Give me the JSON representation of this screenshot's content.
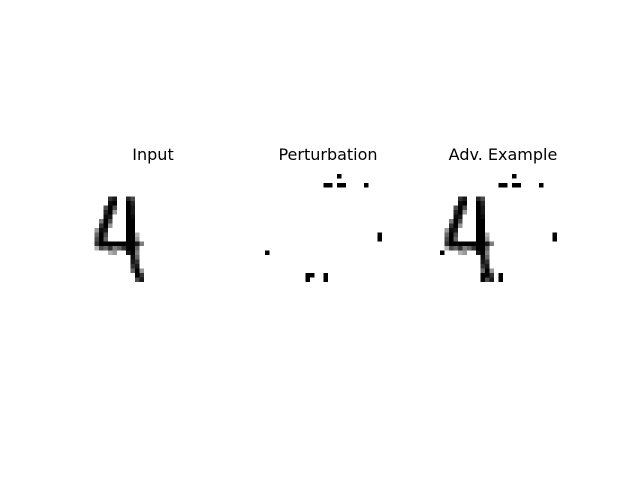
{
  "titles": {
    "input": "Input",
    "perturbation": "Perturbation",
    "adversarial": "Adv. Example"
  },
  "grid": {
    "rows": 28,
    "cols": 28
  },
  "colors": {
    "ink": "#000000",
    "paper": "#ffffff"
  },
  "digit_strokes": [
    {
      "row": 5,
      "col": 4,
      "v": 0.8
    },
    {
      "row": 5,
      "col": 5,
      "v": 0.9
    },
    {
      "row": 5,
      "col": 8,
      "v": 0.85
    },
    {
      "row": 5,
      "col": 9,
      "v": 0.7
    },
    {
      "row": 6,
      "col": 4,
      "v": 0.95
    },
    {
      "row": 6,
      "col": 5,
      "v": 1
    },
    {
      "row": 6,
      "col": 8,
      "v": 1
    },
    {
      "row": 6,
      "col": 9,
      "v": 0.85
    },
    {
      "row": 7,
      "col": 3,
      "v": 0.7
    },
    {
      "row": 7,
      "col": 4,
      "v": 1
    },
    {
      "row": 7,
      "col": 5,
      "v": 0.7
    },
    {
      "row": 7,
      "col": 8,
      "v": 1
    },
    {
      "row": 7,
      "col": 9,
      "v": 0.9
    },
    {
      "row": 8,
      "col": 3,
      "v": 0.85
    },
    {
      "row": 8,
      "col": 4,
      "v": 1
    },
    {
      "row": 8,
      "col": 5,
      "v": 0.4
    },
    {
      "row": 8,
      "col": 8,
      "v": 1
    },
    {
      "row": 8,
      "col": 9,
      "v": 0.9
    },
    {
      "row": 9,
      "col": 3,
      "v": 0.95
    },
    {
      "row": 9,
      "col": 4,
      "v": 0.9
    },
    {
      "row": 9,
      "col": 8,
      "v": 1
    },
    {
      "row": 9,
      "col": 9,
      "v": 0.95
    },
    {
      "row": 10,
      "col": 2,
      "v": 0.5
    },
    {
      "row": 10,
      "col": 3,
      "v": 1
    },
    {
      "row": 10,
      "col": 4,
      "v": 0.7
    },
    {
      "row": 10,
      "col": 8,
      "v": 1
    },
    {
      "row": 10,
      "col": 9,
      "v": 1
    },
    {
      "row": 11,
      "col": 2,
      "v": 0.8
    },
    {
      "row": 11,
      "col": 3,
      "v": 1
    },
    {
      "row": 11,
      "col": 4,
      "v": 0.4
    },
    {
      "row": 11,
      "col": 8,
      "v": 1
    },
    {
      "row": 11,
      "col": 9,
      "v": 1
    },
    {
      "row": 12,
      "col": 1,
      "v": 0.4
    },
    {
      "row": 12,
      "col": 2,
      "v": 0.95
    },
    {
      "row": 12,
      "col": 3,
      "v": 0.9
    },
    {
      "row": 12,
      "col": 8,
      "v": 1
    },
    {
      "row": 12,
      "col": 9,
      "v": 1
    },
    {
      "row": 13,
      "col": 1,
      "v": 0.6
    },
    {
      "row": 13,
      "col": 2,
      "v": 1
    },
    {
      "row": 13,
      "col": 3,
      "v": 0.7
    },
    {
      "row": 13,
      "col": 8,
      "v": 1
    },
    {
      "row": 13,
      "col": 9,
      "v": 1
    },
    {
      "row": 13,
      "col": 10,
      "v": 0.3
    },
    {
      "row": 14,
      "col": 1,
      "v": 0.7
    },
    {
      "row": 14,
      "col": 2,
      "v": 1
    },
    {
      "row": 14,
      "col": 3,
      "v": 0.6
    },
    {
      "row": 14,
      "col": 8,
      "v": 1
    },
    {
      "row": 14,
      "col": 9,
      "v": 1
    },
    {
      "row": 14,
      "col": 10,
      "v": 0.4
    },
    {
      "row": 15,
      "col": 1,
      "v": 0.8
    },
    {
      "row": 15,
      "col": 2,
      "v": 1
    },
    {
      "row": 15,
      "col": 3,
      "v": 1
    },
    {
      "row": 15,
      "col": 4,
      "v": 1
    },
    {
      "row": 15,
      "col": 5,
      "v": 1
    },
    {
      "row": 15,
      "col": 6,
      "v": 1
    },
    {
      "row": 15,
      "col": 7,
      "v": 1
    },
    {
      "row": 15,
      "col": 8,
      "v": 1
    },
    {
      "row": 15,
      "col": 9,
      "v": 1
    },
    {
      "row": 15,
      "col": 10,
      "v": 0.9
    },
    {
      "row": 15,
      "col": 11,
      "v": 0.5
    },
    {
      "row": 16,
      "col": 1,
      "v": 0.3
    },
    {
      "row": 16,
      "col": 2,
      "v": 0.7
    },
    {
      "row": 16,
      "col": 3,
      "v": 0.6
    },
    {
      "row": 16,
      "col": 4,
      "v": 0.8
    },
    {
      "row": 16,
      "col": 5,
      "v": 0.5
    },
    {
      "row": 16,
      "col": 6,
      "v": 0.6
    },
    {
      "row": 16,
      "col": 7,
      "v": 0.8
    },
    {
      "row": 16,
      "col": 8,
      "v": 1
    },
    {
      "row": 16,
      "col": 9,
      "v": 1
    },
    {
      "row": 16,
      "col": 10,
      "v": 0.6
    },
    {
      "row": 17,
      "col": 4,
      "v": 0.3
    },
    {
      "row": 17,
      "col": 5,
      "v": 0.4
    },
    {
      "row": 17,
      "col": 8,
      "v": 0.9
    },
    {
      "row": 17,
      "col": 9,
      "v": 1
    },
    {
      "row": 17,
      "col": 10,
      "v": 0.5
    },
    {
      "row": 18,
      "col": 9,
      "v": 0.95
    },
    {
      "row": 18,
      "col": 10,
      "v": 0.6
    },
    {
      "row": 19,
      "col": 9,
      "v": 0.9
    },
    {
      "row": 19,
      "col": 10,
      "v": 0.8
    },
    {
      "row": 20,
      "col": 9,
      "v": 0.8
    },
    {
      "row": 20,
      "col": 10,
      "v": 0.9
    },
    {
      "row": 21,
      "col": 9,
      "v": 0.6
    },
    {
      "row": 21,
      "col": 10,
      "v": 1
    },
    {
      "row": 21,
      "col": 11,
      "v": 0.4
    },
    {
      "row": 22,
      "col": 10,
      "v": 1
    },
    {
      "row": 22,
      "col": 11,
      "v": 0.8
    },
    {
      "row": 23,
      "col": 10,
      "v": 0.7
    },
    {
      "row": 23,
      "col": 11,
      "v": 0.9
    }
  ],
  "perturbation_pixels": [
    {
      "row": 0,
      "col": 16,
      "v": 1
    },
    {
      "row": 2,
      "col": 13,
      "v": 1
    },
    {
      "row": 2,
      "col": 14,
      "v": 1
    },
    {
      "row": 2,
      "col": 16,
      "v": 1
    },
    {
      "row": 2,
      "col": 17,
      "v": 1
    },
    {
      "row": 2,
      "col": 22,
      "v": 1
    },
    {
      "row": 13,
      "col": 25,
      "v": 1
    },
    {
      "row": 14,
      "col": 25,
      "v": 1
    },
    {
      "row": 17,
      "col": 0,
      "v": 1
    },
    {
      "row": 22,
      "col": 9,
      "v": 1
    },
    {
      "row": 22,
      "col": 10,
      "v": 1
    },
    {
      "row": 22,
      "col": 13,
      "v": 1
    },
    {
      "row": 23,
      "col": 9,
      "v": 1
    },
    {
      "row": 23,
      "col": 13,
      "v": 1
    }
  ]
}
